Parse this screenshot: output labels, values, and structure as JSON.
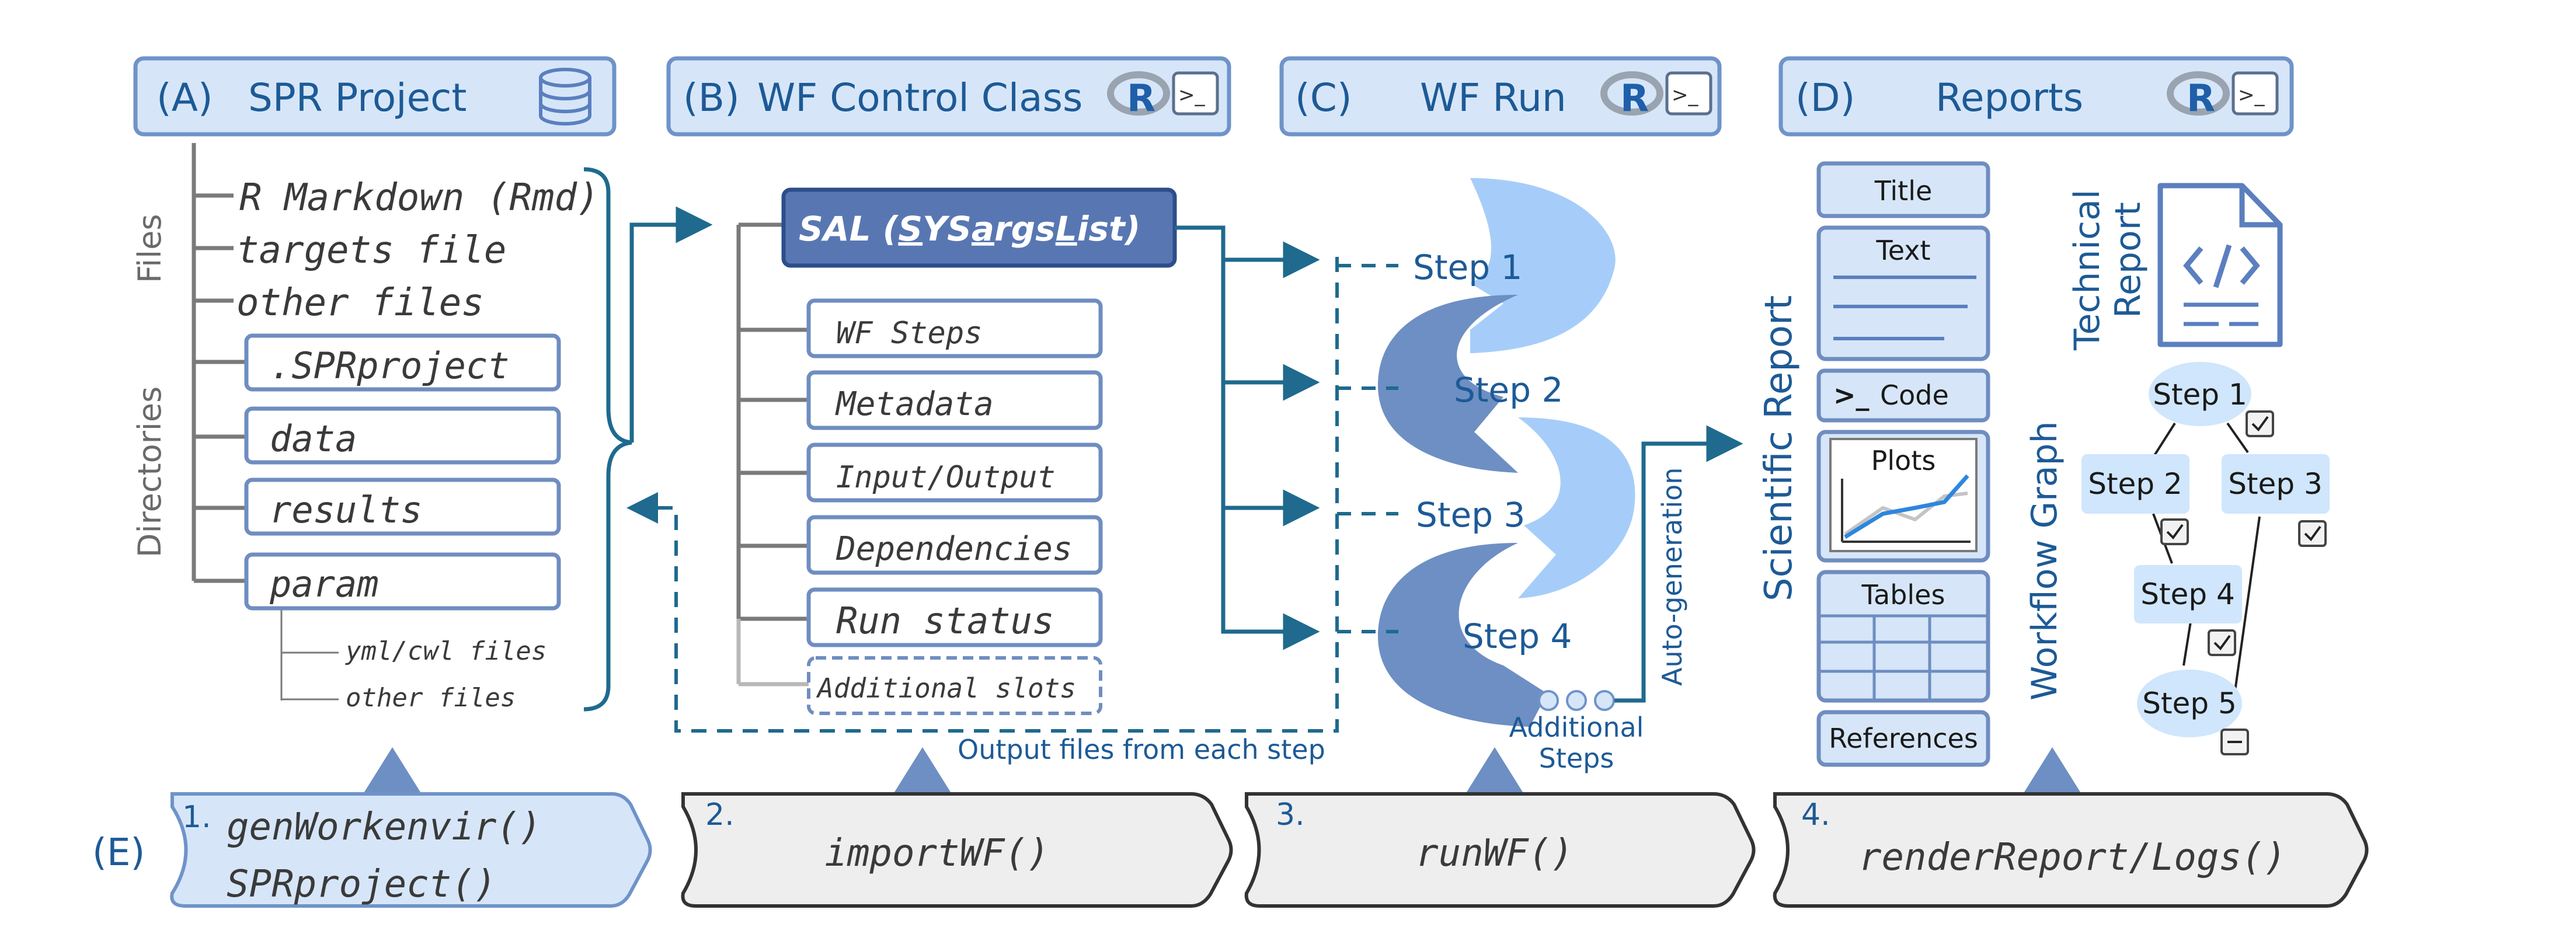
{
  "colors": {
    "header_fill": "#d6e6f8",
    "header_stroke": "#6f93c9",
    "line": "#1f6a8e",
    "box_stroke": "#6f8dc0",
    "sal_fill": "#5877b2",
    "wave_light": "#a6cdf9",
    "wave_dark": "#6d8fc3",
    "chevron_fill": "#eeeeee",
    "text_blue": "#1d5a96"
  },
  "headers": {
    "a": {
      "label": "(A)",
      "title": "SPR Project",
      "icon": "database-icon"
    },
    "b": {
      "label": "(B)",
      "title": "WF Control Class",
      "icons": [
        "r-logo-icon",
        "terminal-icon"
      ]
    },
    "c": {
      "label": "(C)",
      "title": "WF Run",
      "icons": [
        "r-logo-icon",
        "terminal-icon"
      ]
    },
    "d": {
      "label": "(D)",
      "title": "Reports",
      "icons": [
        "r-logo-icon",
        "terminal-icon"
      ]
    }
  },
  "panel_a": {
    "files_label": "Files",
    "directories_label": "Directories",
    "files": [
      "R Markdown (Rmd)",
      "targets file",
      "other files"
    ],
    "dirs": [
      ".SPRproject",
      "data",
      "results",
      "param"
    ],
    "param_sub": [
      "yml/cwl files",
      "other files"
    ]
  },
  "panel_b": {
    "sal": {
      "prefix": "SAL (",
      "s": "S",
      "ys": "YS",
      "a": "a",
      "rgs": "rgs",
      "l": "L",
      "ist": "ist)"
    },
    "slots": [
      "WF Steps",
      "Metadata",
      "Input/Output",
      "Dependencies",
      "Run status"
    ],
    "additional": "Additional slots"
  },
  "panel_c": {
    "steps": [
      "Step 1",
      "Step 2",
      "Step 3",
      "Step 4"
    ],
    "additional": [
      "Additional",
      "Steps"
    ],
    "output_note": "Output files from each step",
    "auto_label": "Auto-generation"
  },
  "panel_d": {
    "scientific_label": "Scientific Report",
    "scientific_items": {
      "title": "Title",
      "text": "Text",
      "code": "Code",
      "code_prompt": ">_",
      "plots": "Plots",
      "tables": "Tables",
      "references": "References"
    },
    "technical_label": [
      "Technical",
      "Report"
    ],
    "workflow_label": "Workflow Graph",
    "graph_steps": [
      "Step 1",
      "Step 2",
      "Step 3",
      "Step 4",
      "Step 5"
    ]
  },
  "panel_e": {
    "label": "(E)",
    "items": [
      {
        "num": "1.",
        "lines": [
          "genWorkenvir()",
          "SPRproject()"
        ]
      },
      {
        "num": "2.",
        "lines": [
          "importWF()"
        ]
      },
      {
        "num": "3.",
        "lines": [
          "runWF()"
        ]
      },
      {
        "num": "4.",
        "lines": [
          "renderReport/Logs()"
        ]
      }
    ]
  }
}
